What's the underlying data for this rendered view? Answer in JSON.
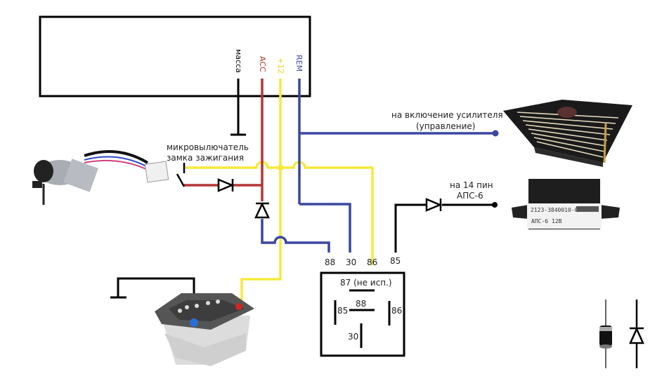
{
  "colors": {
    "ground": "#000000",
    "acc": "#b33636",
    "plus12": "#f5ea3c",
    "rem": "#3a47a0",
    "text": "#222222"
  },
  "head_unit": {
    "terminals": [
      {
        "label": "масса",
        "color": "#000000"
      },
      {
        "label": "ACC",
        "color": "#b33636"
      },
      {
        "label": "+12",
        "color": "#f5ea3c"
      },
      {
        "label": "REM",
        "color": "#3a47a0"
      }
    ]
  },
  "labels": {
    "microswitch_line1": "микровылючатель",
    "microswitch_line2": "замка зажигания",
    "amp_line1": "на включение усилителя",
    "amp_line2": "(управление)",
    "aps_line1": "на 14 пин",
    "aps_line2": "АПС-6"
  },
  "relay": {
    "top_pins": [
      "88",
      "30",
      "86",
      "85"
    ],
    "inner": {
      "p87": "87 (не исп.)",
      "p88": "88",
      "p85": "85",
      "p86": "86",
      "p30": "30"
    }
  },
  "aps_module": {
    "part_number": "2123-3840010-03",
    "model": "АПС-6",
    "voltage": "12В"
  }
}
